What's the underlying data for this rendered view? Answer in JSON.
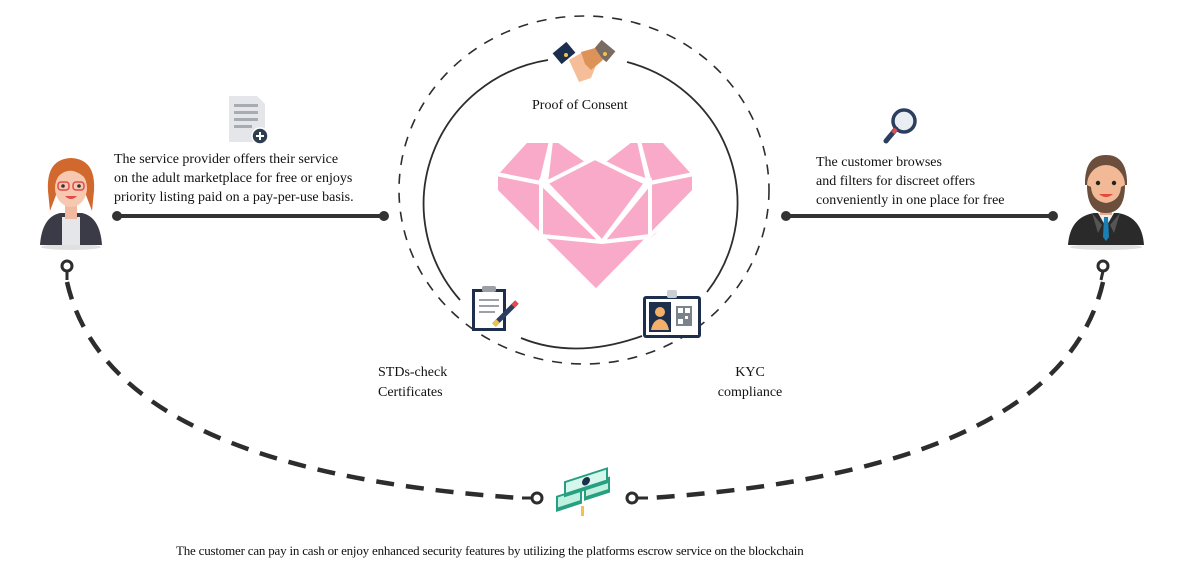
{
  "diagram": {
    "title": "Adult marketplace service flow",
    "actors": {
      "provider": {
        "name": "Service provider",
        "icon": "female-avatar"
      },
      "customer": {
        "name": "Customer",
        "icon": "male-avatar"
      }
    },
    "provider_description": [
      "The service provider offers their service",
      "on the adult marketplace for free or enjoys",
      "priority listing paid on a pay-per-use basis."
    ],
    "provider_icon": "document-add-icon",
    "customer_description": [
      "The customer browses",
      "and filters for discreet offers",
      "conveniently in one place for free"
    ],
    "customer_icon": "magnifier-icon",
    "center": {
      "icon": "geometric-heart",
      "colors": {
        "heart": "#f9aac8",
        "ring": "#2d2d2d"
      },
      "features": [
        {
          "label_lines": [
            "Proof of Consent"
          ],
          "icon": "handshake-icon"
        },
        {
          "label_lines": [
            "STDs-check",
            "Certificates"
          ],
          "icon": "clipboard-pen-icon"
        },
        {
          "label_lines": [
            "KYC",
            "compliance"
          ],
          "icon": "id-badge-icon"
        }
      ]
    },
    "payment": {
      "icon": "money-stack-icon",
      "description": "The customer can pay in cash or enjoy enhanced security features by utilizing the platforms escrow service on the blockchain"
    }
  }
}
